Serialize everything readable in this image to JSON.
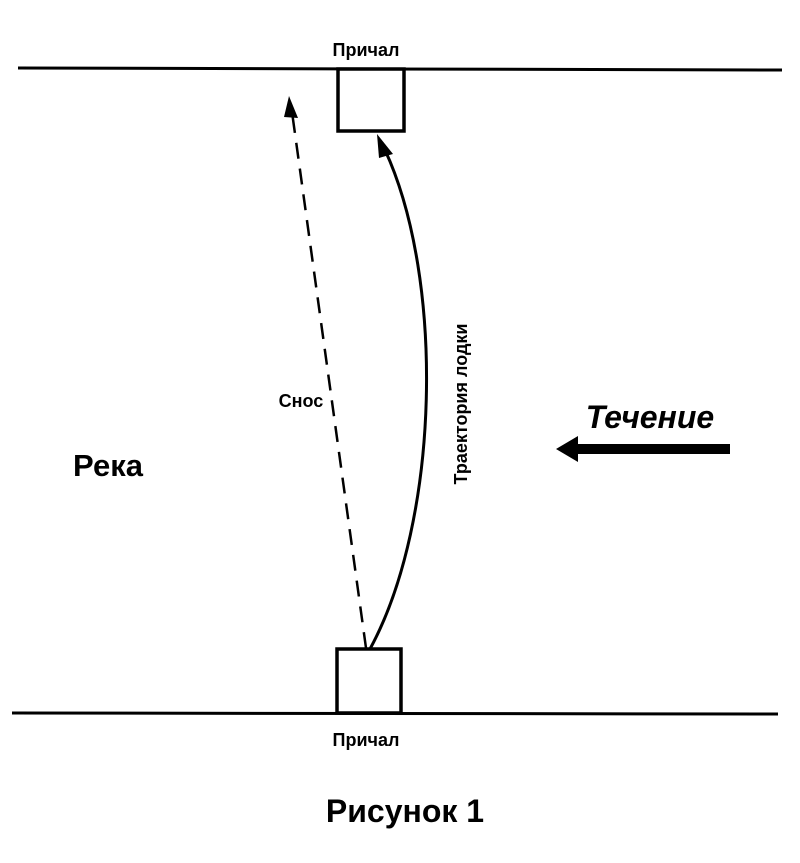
{
  "labels": {
    "pier_top": "Причал",
    "pier_bottom": "Причал",
    "drift": "Снос",
    "trajectory": "Траектория лодки",
    "current": "Течение",
    "river": "Река",
    "caption": "Рисунок 1"
  },
  "colors": {
    "ink": "#000000",
    "background": "#ffffff"
  }
}
